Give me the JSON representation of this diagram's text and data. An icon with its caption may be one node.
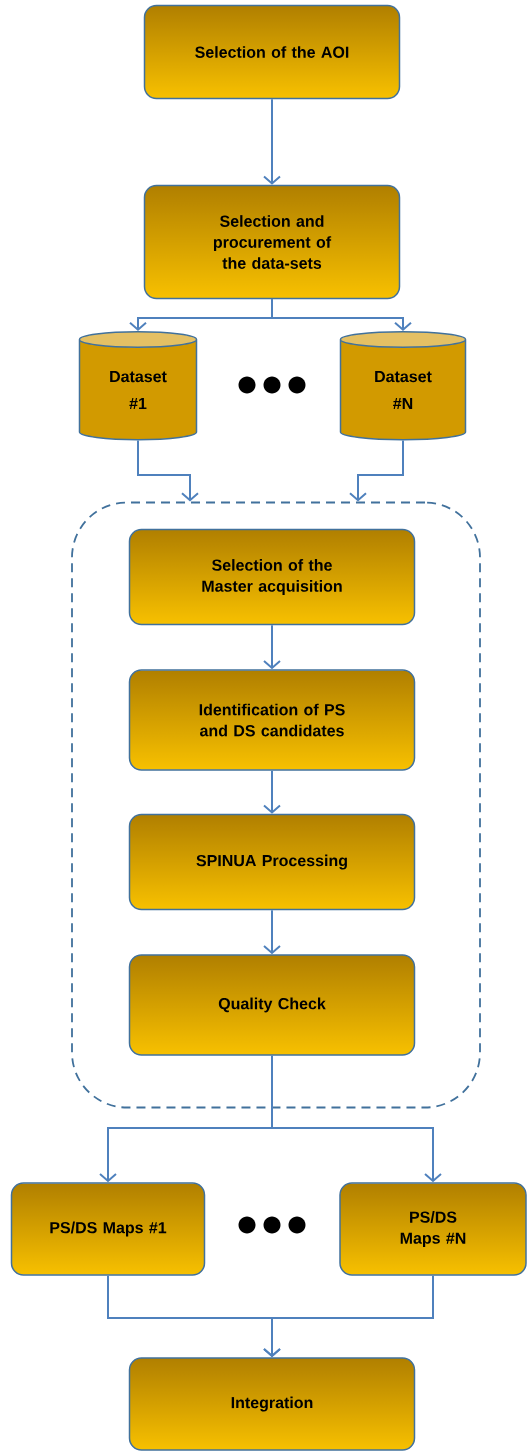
{
  "diagram": {
    "nodes": [
      {
        "text": [
          "Selection of the AOI"
        ]
      },
      {
        "text": [
          "Selection and procurement of the data-sets"
        ]
      },
      {
        "text": [
          "Dataset #1"
        ]
      },
      {
        "text": [
          "Dataset #N"
        ]
      },
      {
        "text": [],
        "shape": "box"
      },
      {
        "text": [
          "Selection of the Master acquisition"
        ],
        "in": 4
      },
      {
        "text": [
          "Identification of PS and DS candidates"
        ],
        "in": 4
      },
      {
        "text": [
          "SPINUA Processing"
        ],
        "in": 4
      },
      {
        "text": [
          "Quality Check"
        ],
        "in": 4
      },
      {
        "text": [
          "PS/DS Maps #1"
        ]
      },
      {
        "text": [
          "PS/DS Maps #N"
        ]
      },
      {
        "text": [
          "Integration"
        ]
      }
    ],
    "edges": [
      {
        "from": 0,
        "to": 1,
        "arrow": "to"
      },
      {
        "from": 1,
        "to": 2,
        "arrow": "to"
      },
      {
        "from": 1,
        "to": 3,
        "arrow": "to"
      },
      {
        "from": 2,
        "to": 4,
        "arrow": "to"
      },
      {
        "from": 3,
        "to": 4,
        "arrow": "to"
      },
      {
        "from": 5,
        "to": 6,
        "arrow": "to"
      },
      {
        "from": 6,
        "to": 7,
        "arrow": "to"
      },
      {
        "from": 7,
        "to": 8,
        "arrow": "to"
      },
      {
        "from": 8,
        "to": 9,
        "arrow": "to"
      },
      {
        "from": 8,
        "to": 10,
        "arrow": "to"
      },
      {
        "from": 9,
        "to": 11,
        "arrow": "to"
      },
      {
        "from": 10,
        "to": 11,
        "arrow": "to"
      }
    ]
  }
}
